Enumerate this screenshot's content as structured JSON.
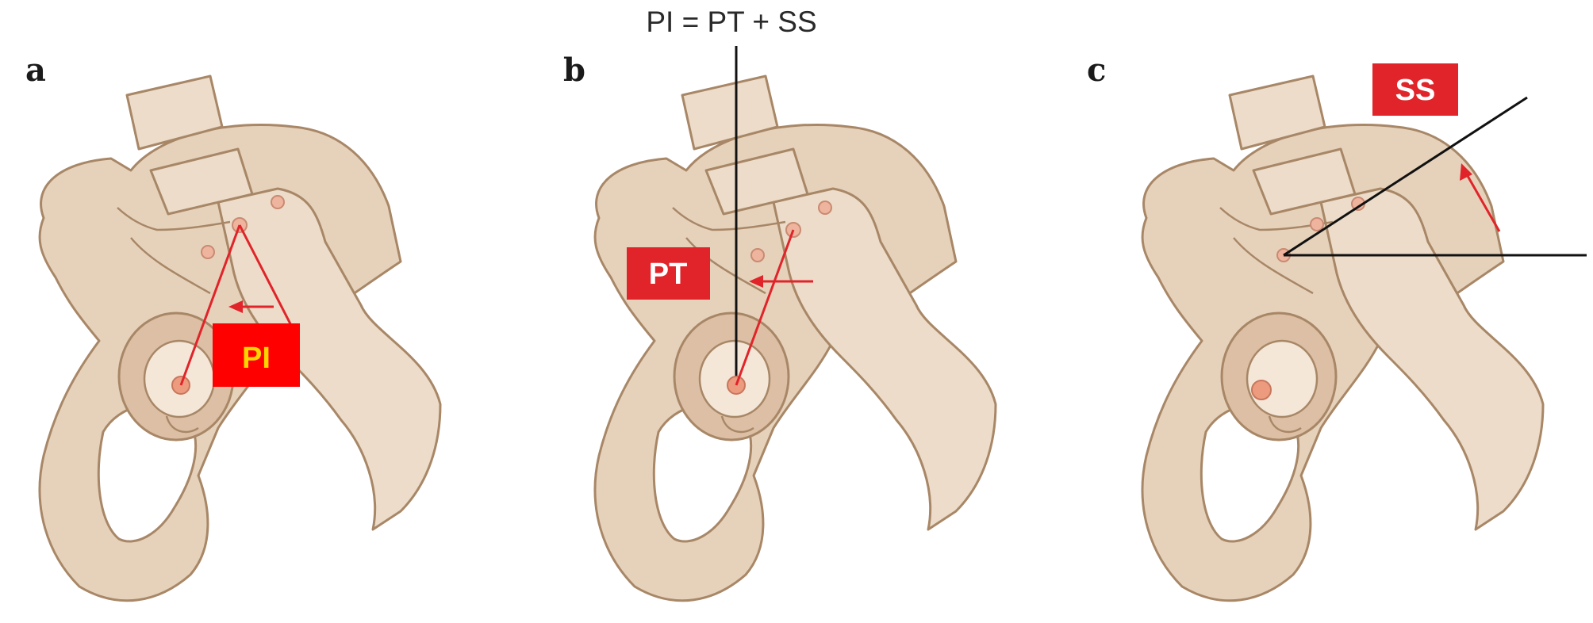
{
  "formula": "PI = PT + SS",
  "panels": [
    {
      "letter": "a",
      "badge": "PI"
    },
    {
      "letter": "b",
      "badge": "PT"
    },
    {
      "letter": "c",
      "badge": "SS"
    }
  ],
  "colors": {
    "bone": "#e6d2bb",
    "bone_outline": "#a88767",
    "femoral_head": "#ec9b7f",
    "badge_red": "#e0242a",
    "badge_text_yellow": "#ffd400",
    "badge_text_white": "#ffffff",
    "reference_line": "#111111"
  }
}
